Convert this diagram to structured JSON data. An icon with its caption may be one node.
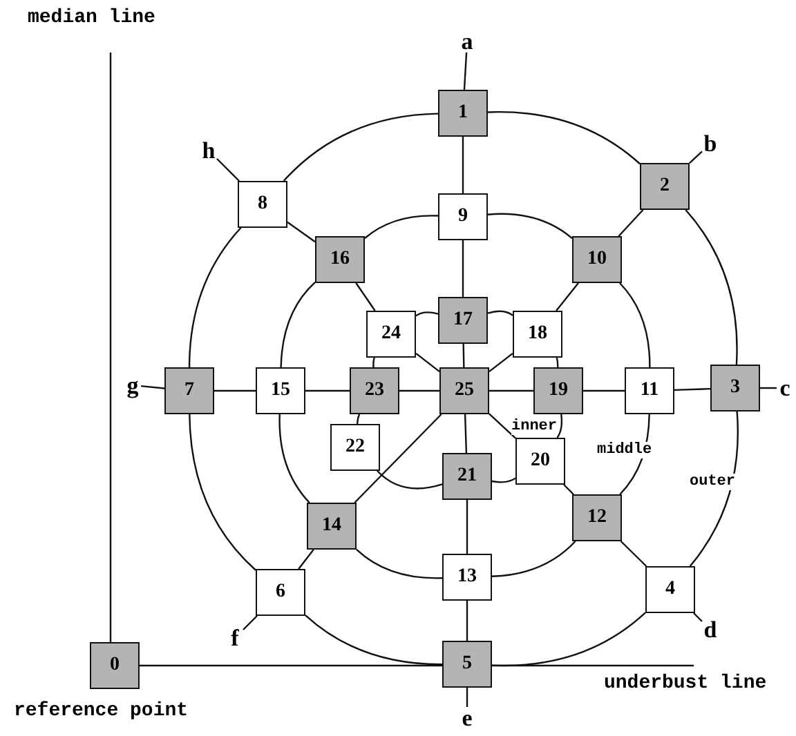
{
  "diagram": {
    "nodes": [
      {
        "text": [
          "0"
        ],
        "beside": [
          "reference point"
        ]
      },
      {
        "text": [
          "1"
        ]
      },
      {
        "text": [
          "2"
        ]
      },
      {
        "text": [
          "3"
        ]
      },
      {
        "text": [
          "4"
        ]
      },
      {
        "text": [
          "5"
        ]
      },
      {
        "text": [
          "6"
        ]
      },
      {
        "text": [
          "7"
        ]
      },
      {
        "text": [
          "8"
        ]
      },
      {
        "text": [
          "9"
        ]
      },
      {
        "text": [
          "10"
        ]
      },
      {
        "text": [
          "11"
        ]
      },
      {
        "text": [
          "12"
        ]
      },
      {
        "text": [
          "13"
        ]
      },
      {
        "text": [
          "14"
        ]
      },
      {
        "text": [
          "15"
        ]
      },
      {
        "text": [
          "16"
        ]
      },
      {
        "text": [
          "17"
        ]
      },
      {
        "text": [
          "18"
        ]
      },
      {
        "text": [
          "19"
        ]
      },
      {
        "text": [
          "20"
        ]
      },
      {
        "text": [
          "21"
        ]
      },
      {
        "text": [
          "22"
        ]
      },
      {
        "text": [
          "23"
        ]
      },
      {
        "text": [
          "24"
        ]
      },
      {
        "text": [
          "25"
        ]
      },
      {
        "text": [
          "a"
        ]
      },
      {
        "text": [
          "b"
        ]
      },
      {
        "text": [
          "c"
        ]
      },
      {
        "text": [
          "d"
        ]
      },
      {
        "text": [
          "e"
        ]
      },
      {
        "text": [
          "f"
        ]
      },
      {
        "text": [
          "g"
        ]
      },
      {
        "text": [
          "h"
        ]
      }
    ],
    "edges": [
      {
        "from": 1,
        "to": 9,
        "arrow": "none"
      },
      {
        "from": 9,
        "to": 17,
        "arrow": "none"
      },
      {
        "from": 17,
        "to": 25,
        "arrow": "none"
      },
      {
        "from": 25,
        "to": 21,
        "arrow": "none"
      },
      {
        "from": 21,
        "to": 13,
        "arrow": "none"
      },
      {
        "from": 13,
        "to": 5,
        "arrow": "none"
      },
      {
        "from": 7,
        "to": 15,
        "arrow": "none"
      },
      {
        "from": 15,
        "to": 23,
        "arrow": "none"
      },
      {
        "from": 23,
        "to": 25,
        "arrow": "none"
      },
      {
        "from": 25,
        "to": 19,
        "arrow": "none"
      },
      {
        "from": 19,
        "to": 11,
        "arrow": "none"
      },
      {
        "from": 11,
        "to": 3,
        "arrow": "none"
      },
      {
        "from": 8,
        "to": 16,
        "arrow": "none"
      },
      {
        "from": 16,
        "to": 24,
        "arrow": "none"
      },
      {
        "from": 24,
        "to": 25,
        "arrow": "none"
      },
      {
        "from": 2,
        "to": 10,
        "arrow": "none"
      },
      {
        "from": 10,
        "to": 18,
        "arrow": "none"
      },
      {
        "from": 18,
        "to": 25,
        "arrow": "none"
      },
      {
        "from": 4,
        "to": 12,
        "arrow": "none"
      },
      {
        "from": 12,
        "to": 20,
        "arrow": "none"
      },
      {
        "from": 20,
        "to": 25,
        "arrow": "none"
      },
      {
        "from": 6,
        "to": 14,
        "arrow": "none"
      },
      {
        "from": 14,
        "to": 25,
        "arrow": "none"
      },
      {
        "from": 1,
        "to": 2,
        "arrow": "none"
      },
      {
        "from": 2,
        "to": 3,
        "arrow": "none"
      },
      {
        "from": 3,
        "to": 4,
        "arrow": "none"
      },
      {
        "from": 4,
        "to": 5,
        "arrow": "none"
      },
      {
        "from": 5,
        "to": 6,
        "arrow": "none"
      },
      {
        "from": 6,
        "to": 7,
        "arrow": "none"
      },
      {
        "from": 7,
        "to": 8,
        "arrow": "none"
      },
      {
        "from": 8,
        "to": 1,
        "arrow": "none"
      },
      {
        "from": 9,
        "to": 10,
        "arrow": "none"
      },
      {
        "from": 10,
        "to": 11,
        "arrow": "none"
      },
      {
        "from": 11,
        "to": 12,
        "arrow": "none"
      },
      {
        "from": 12,
        "to": 13,
        "arrow": "none"
      },
      {
        "from": 13,
        "to": 14,
        "arrow": "none"
      },
      {
        "from": 14,
        "to": 15,
        "arrow": "none"
      },
      {
        "from": 15,
        "to": 16,
        "arrow": "none"
      },
      {
        "from": 16,
        "to": 9,
        "arrow": "none"
      },
      {
        "from": 17,
        "to": 18,
        "arrow": "none"
      },
      {
        "from": 18,
        "to": 19,
        "arrow": "none"
      },
      {
        "from": 19,
        "to": 20,
        "arrow": "none"
      },
      {
        "from": 20,
        "to": 21,
        "arrow": "none"
      },
      {
        "from": 21,
        "to": 22,
        "arrow": "none"
      },
      {
        "from": 22,
        "to": 23,
        "arrow": "none"
      },
      {
        "from": 23,
        "to": 24,
        "arrow": "none"
      },
      {
        "from": 24,
        "to": 17,
        "arrow": "none"
      },
      {
        "from": 26,
        "to": 1,
        "arrow": "none"
      },
      {
        "from": 27,
        "to": 2,
        "arrow": "none"
      },
      {
        "from": 28,
        "to": 3,
        "arrow": "none"
      },
      {
        "from": 29,
        "to": 4,
        "arrow": "none"
      },
      {
        "from": 30,
        "to": 5,
        "arrow": "none"
      },
      {
        "from": 31,
        "to": 6,
        "arrow": "none"
      },
      {
        "from": 32,
        "to": 7,
        "arrow": "none"
      },
      {
        "from": 33,
        "to": 8,
        "arrow": "none"
      }
    ],
    "labels": [
      "median line",
      "inner",
      "middle",
      "outer",
      "underbust line"
    ]
  }
}
